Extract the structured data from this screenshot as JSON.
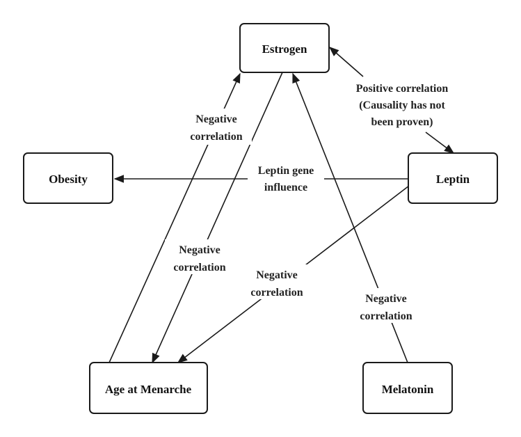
{
  "nodes": {
    "estrogen": "Estrogen",
    "obesity": "Obesity",
    "leptin": "Leptin",
    "menarche": "Age at Menarche",
    "melatonin": "Melatonin"
  },
  "edges": {
    "leptin_estrogen": [
      "Positive correlation",
      "(Causality has not",
      "been proven)"
    ],
    "leptin_obesity": [
      "Leptin gene",
      "influence"
    ],
    "menarche_estrogen": [
      "Negative",
      "correlation"
    ],
    "estrogen_menarche": [
      "Negative",
      "correlation"
    ],
    "leptin_menarche": [
      "Negative",
      "correlation"
    ],
    "melatonin_estrogen": [
      "Negative",
      "correlation"
    ]
  },
  "colors": {
    "stroke": "#1a1a1a",
    "text": "#111111",
    "background": "#ffffff"
  }
}
